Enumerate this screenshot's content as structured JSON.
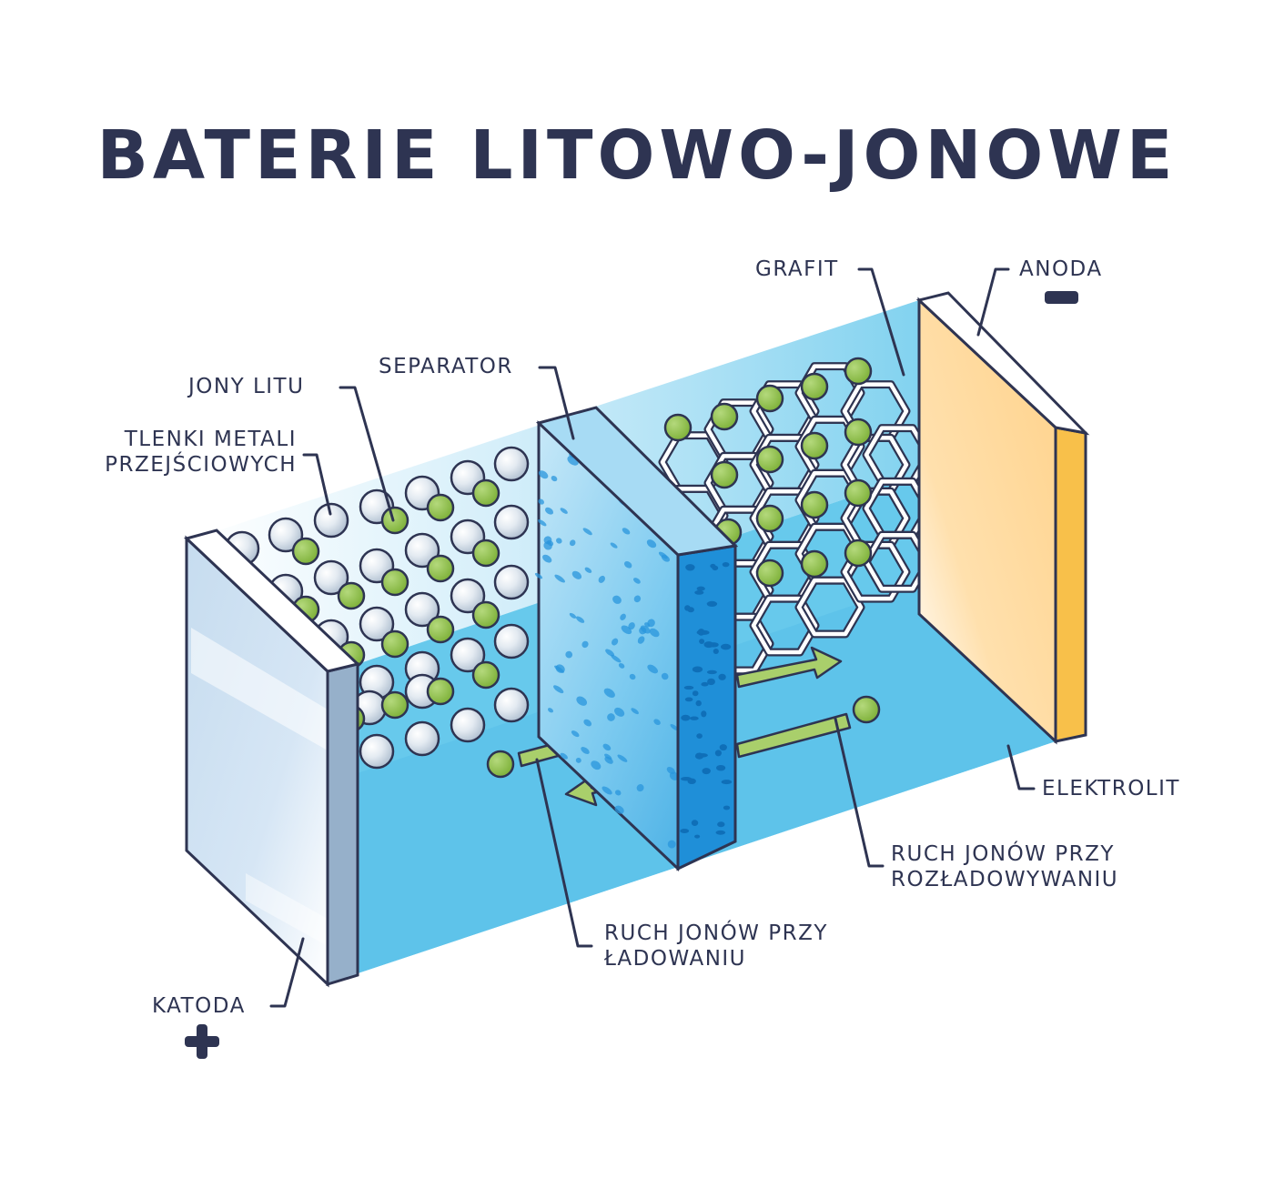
{
  "title": "BATERIE LITOWO-JONOWE",
  "labels": {
    "grafit": "GRAFIT",
    "anoda": "ANODA",
    "separator": "SEPARATOR",
    "jony_litu": "JONY LITU",
    "tlenki_line1": "TLENKI METALI",
    "tlenki_line2": "PRZEJŚCIOWYCH",
    "elektrolit": "ELEKTROLIT",
    "rozladowanie_line1": "RUCH JONÓW PRZY",
    "rozladowanie_line2": "ROZŁADOWYWANIU",
    "ladowanie_line1": "RUCH JONÓW PRZY",
    "ladowanie_line2": "ŁADOWANIU",
    "katoda": "KATODA"
  },
  "colors": {
    "outline": "#2e3452",
    "electrolyte": "#67c9ec",
    "separator": "#3aa8e2",
    "cathode": "#c8dcef",
    "anode": "#ffd99a",
    "lithium_ion": "#8dc240",
    "metal_oxide": "#dde5ee",
    "arrow": "#a9cf6b"
  },
  "icons": {
    "anode_sign": "minus-sign",
    "cathode_sign": "plus-sign"
  }
}
